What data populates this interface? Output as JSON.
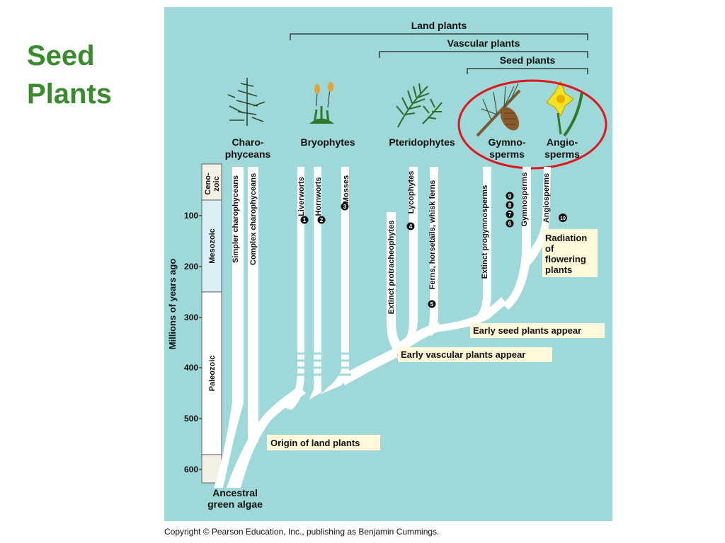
{
  "slide": {
    "title_line1": "Seed",
    "title_line2": "Plants",
    "copyright": "Copyright © Pearson Education, Inc., publishing as Benjamin Cummings."
  },
  "colors": {
    "background": "#9fd8d8",
    "branch": "#ffffff",
    "callout": "#fff9d9",
    "title_green": "#3a8a2e",
    "highlight_circle": "#e0141c"
  },
  "brackets": {
    "land": "Land plants",
    "vascular": "Vascular plants",
    "seed": "Seed plants"
  },
  "groups": {
    "charo_line1": "Charo-",
    "charo_line2": "phyceans",
    "bryophytes": "Bryophytes",
    "pteridophytes": "Pteridophytes",
    "gymno_line1": "Gymno-",
    "gymno_line2": "sperms",
    "angio_line1": "Angio-",
    "angio_line2": "sperms"
  },
  "icons": [
    "charophycean-alga-icon",
    "moss-icon",
    "fern-icon",
    "pine-cone-icon",
    "daffodil-icon"
  ],
  "eras": {
    "cenozoic_line1": "Ceno-",
    "cenozoic_line2": "zoic",
    "mesozoic": "Mesozoic",
    "paleozoic": "Paleozoic"
  },
  "axis": {
    "label": "Millions of years ago",
    "ticks": [
      "100",
      "200",
      "300",
      "400",
      "500",
      "600"
    ]
  },
  "lineages": {
    "simpler_charo": "Simpler charophyceans",
    "complex_charo": "Complex charophyceans",
    "liverworts": "Liverworts",
    "hornworts": "Hornworts",
    "mosses": "Mosses",
    "protracheophytes": "Extinct protracheophytes",
    "lycophytes": "Lycophytes",
    "ferns": "Ferns, horsetails, whisk ferns",
    "progymnosperms": "Extinct progymnosperms",
    "gymnosperms": "Gymnosperms",
    "angiosperms": "Angiosperms"
  },
  "markers": {
    "liverworts": "1",
    "hornworts": "2",
    "mosses": "3",
    "lycophytes": "4",
    "ferns": "5",
    "gymno_6": "6",
    "gymno_7": "7",
    "gymno_8": "8",
    "gymno_9": "9",
    "angio": "10"
  },
  "callouts": {
    "radiation_line1": "Radiation",
    "radiation_line2": "of",
    "radiation_line3": "flowering",
    "radiation_line4": "plants",
    "seed_plants": "Early seed plants appear",
    "vascular_plants": "Early vascular plants appear",
    "land_plants": "Origin of land plants",
    "ancestral_line1": "Ancestral",
    "ancestral_line2": "green algae"
  }
}
